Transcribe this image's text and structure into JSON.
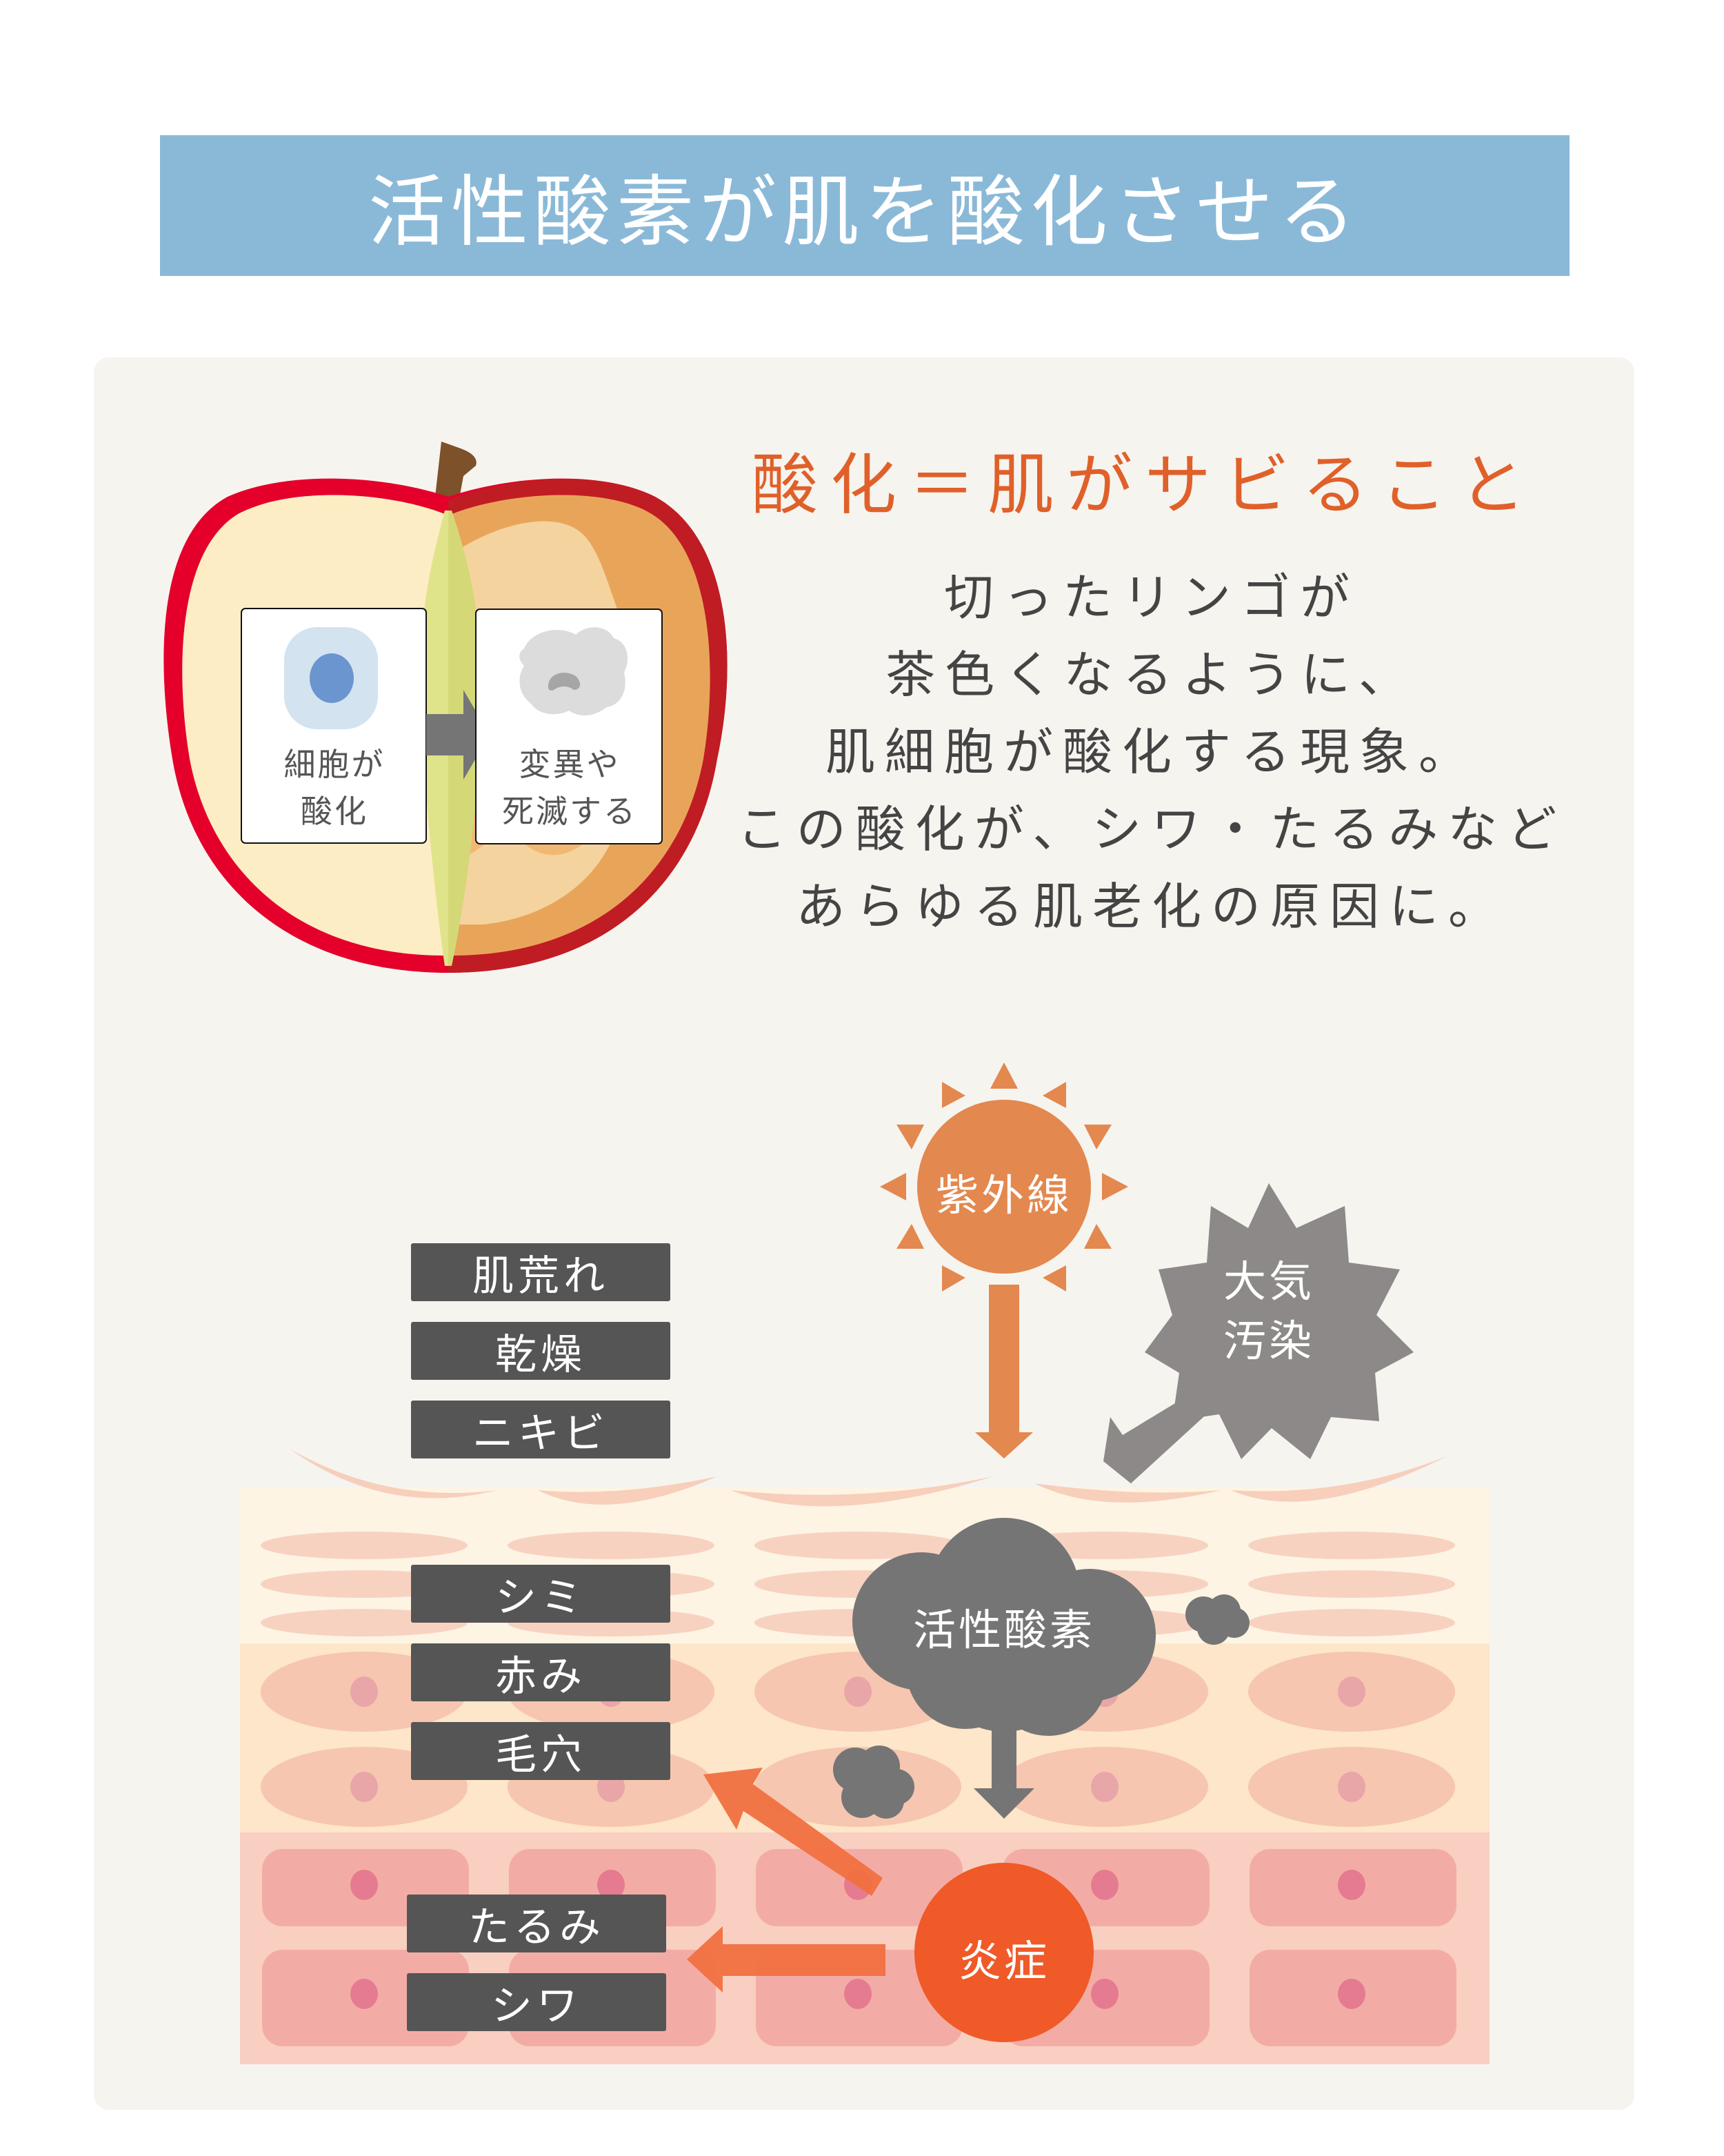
{
  "title": "活性酸素が肌を酸化させる",
  "subtitle": "酸化＝肌がサビること",
  "description": [
    "切ったリンゴが",
    "茶色くなるように、",
    "肌細胞が酸化する現象。",
    "この酸化が、シワ・たるみなど",
    "あらゆる肌老化の原因に。"
  ],
  "apple": {
    "left_box": [
      "細胞が",
      "酸化"
    ],
    "right_box": [
      "変異や",
      "死滅する"
    ]
  },
  "diagram": {
    "uv": "紫外線",
    "pollution": [
      "大気",
      "汚染"
    ],
    "ros": "活性酸素",
    "inflammation": "炎症",
    "upper_tags": [
      "肌荒れ",
      "乾燥",
      "ニキビ"
    ],
    "middle_tags": [
      "シミ",
      "赤み",
      "毛穴"
    ],
    "lower_tags": [
      "たるみ",
      "シワ"
    ]
  },
  "colors": {
    "banner": "#8ab9d8",
    "accent": "#e0602a",
    "sun": "#e3884f",
    "inflammation": "#ef5a28",
    "tag": "#555555"
  }
}
